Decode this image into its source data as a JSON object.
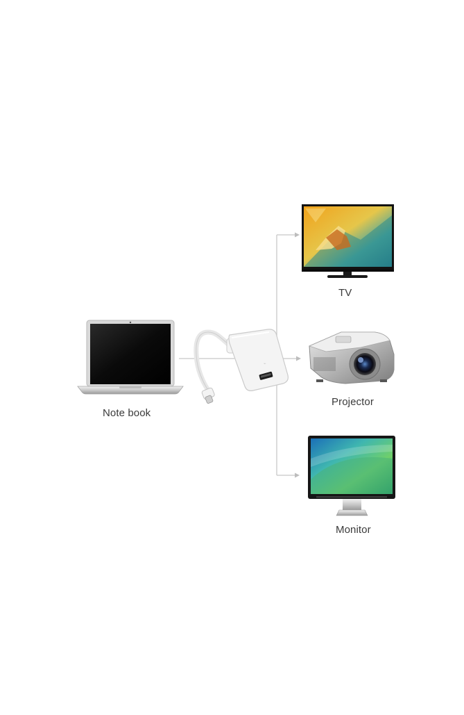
{
  "diagram": {
    "source_device": {
      "label": "Note book",
      "icon": "laptop-icon"
    },
    "adapter": {
      "icon": "usb-c-to-hdmi-adapter-icon"
    },
    "targets": [
      {
        "label": "TV",
        "icon": "tv-icon"
      },
      {
        "label": "Projector",
        "icon": "projector-icon"
      },
      {
        "label": "Monitor",
        "icon": "monitor-icon"
      }
    ],
    "colors": {
      "connector_line": "#c8c8c8",
      "device_frame": "#1a1a1a",
      "adapter_body": "#f4f4f4"
    }
  }
}
